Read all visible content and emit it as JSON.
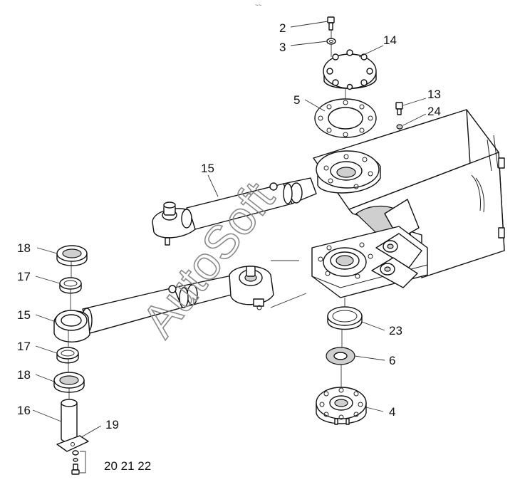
{
  "header_mark": "~~",
  "watermark": "AutoSoft",
  "callouts": {
    "c2": "2",
    "c3": "3",
    "c14": "14",
    "c5": "5",
    "c13": "13",
    "c24": "24",
    "c15_upper": "15",
    "c18_upper": "18",
    "c17_upper": "17",
    "c15_lower": "15",
    "c17_lower": "17",
    "c18_lower": "18",
    "c16": "16",
    "c19": "19",
    "c20_21_22": "20 21 22",
    "c23": "23",
    "c6": "6",
    "c4": "4"
  }
}
